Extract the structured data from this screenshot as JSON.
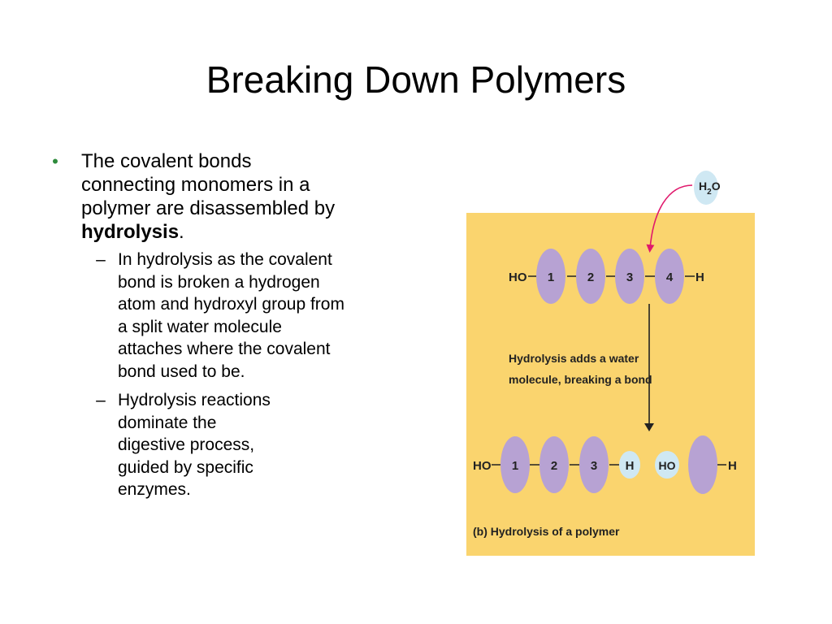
{
  "slide": {
    "title": "Breaking Down Polymers",
    "bullet": {
      "lines": [
        "The covalent bonds",
        "connecting monomers in a",
        "polymer are disassembled by"
      ],
      "bold": "hydrolysis",
      "end": "."
    },
    "sub_bullets": [
      {
        "lines": [
          "In hydrolysis as the covalent",
          "bond is broken a hydrogen",
          "atom and hydroxyl group from",
          "a split water molecule",
          "attaches where the covalent",
          "bond used to be."
        ]
      },
      {
        "lines": [
          "Hydrolysis reactions",
          "dominate the",
          "digestive process,",
          "guided by specific",
          "enzymes."
        ]
      }
    ]
  },
  "figure": {
    "water_label": {
      "h": "H",
      "sub": "2",
      "o": "O"
    },
    "top_chain": {
      "left_end": "HO",
      "monomers": [
        "1",
        "2",
        "3",
        "4"
      ],
      "right_end": "H"
    },
    "annotation": [
      "Hydrolysis adds a water",
      "molecule, breaking a bond"
    ],
    "bottom_chain": {
      "left_end": "HO",
      "monomers": [
        "1",
        "2",
        "3"
      ],
      "h_label": "H",
      "ho_label": "HO",
      "right_end": "H"
    },
    "caption": "(b) Hydrolysis of a polymer",
    "colors": {
      "panel": "#fad46e",
      "monomer": "#b7a2d3",
      "water": "#cfe8f3",
      "arrow": "#e0186c"
    }
  }
}
